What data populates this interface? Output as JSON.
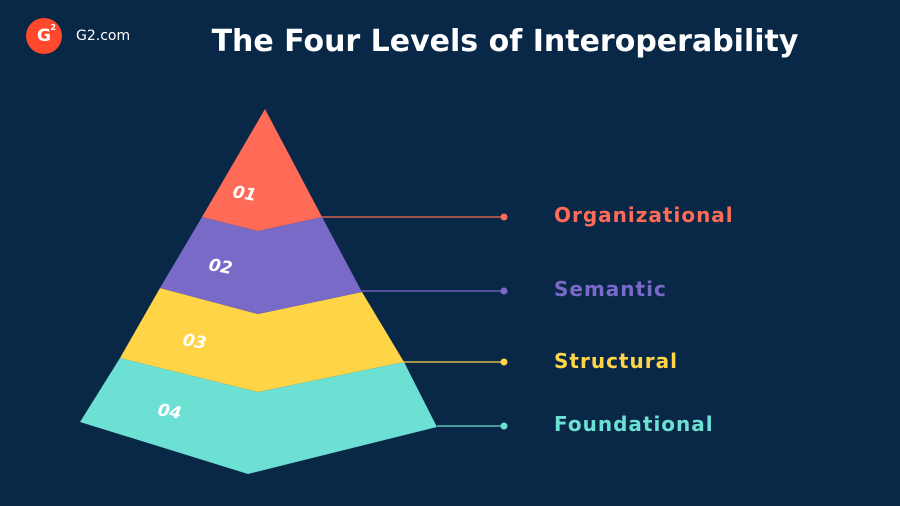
{
  "brand": {
    "logo_text": "G",
    "logo_sup": "2",
    "site": "G2.com"
  },
  "title": "The Four Levels of Interoperability",
  "levels": [
    {
      "number": "01",
      "name": "Organizational",
      "color": "#ff6b57"
    },
    {
      "number": "02",
      "name": "Semantic",
      "color": "#7a6ac8"
    },
    {
      "number": "03",
      "name": "Structural",
      "color": "#ffd447"
    },
    {
      "number": "04",
      "name": "Foundational",
      "color": "#6de0d4"
    }
  ]
}
